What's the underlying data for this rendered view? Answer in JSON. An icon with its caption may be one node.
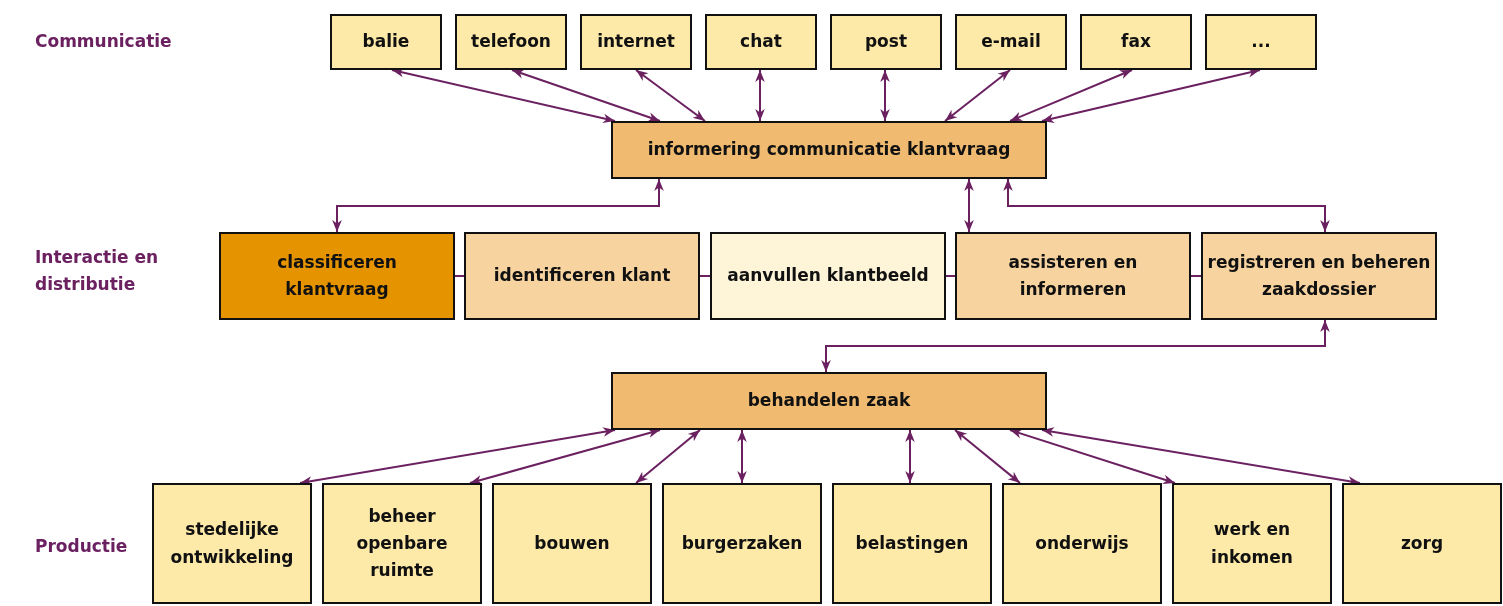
{
  "diagram": {
    "nodes": [
      {
        "text": [
          "balie"
        ]
      },
      {
        "text": [
          "telefoon"
        ]
      },
      {
        "text": [
          "internet"
        ]
      },
      {
        "text": [
          "chat"
        ]
      },
      {
        "text": [
          "post"
        ]
      },
      {
        "text": [
          "e-mail"
        ]
      },
      {
        "text": [
          "fax"
        ]
      },
      {
        "text": [
          "..."
        ]
      },
      {
        "text": [
          "informering communicatie klantvraag"
        ]
      },
      {
        "text": [
          "classificeren klantvraag"
        ]
      },
      {
        "text": [
          "identificeren klant"
        ]
      },
      {
        "text": [
          "aanvullen klantbeeld"
        ]
      },
      {
        "text": [
          "assisteren en informeren"
        ]
      },
      {
        "text": [
          "registreren en beheren zaakdossier"
        ]
      },
      {
        "text": [
          "behandelen zaak"
        ]
      },
      {
        "text": [
          "stedelijke ontwikkeling"
        ]
      },
      {
        "text": [
          "beheer openbare ruimte"
        ]
      },
      {
        "text": [
          "bouwen"
        ]
      },
      {
        "text": [
          "burgerzaken"
        ]
      },
      {
        "text": [
          "belastingen"
        ]
      },
      {
        "text": [
          "onderwijs"
        ]
      },
      {
        "text": [
          "werk en inkomen"
        ]
      },
      {
        "text": [
          "zorg"
        ]
      }
    ],
    "edges": [
      {
        "from": 0,
        "to": 8,
        "arrow": "both"
      },
      {
        "from": 1,
        "to": 8,
        "arrow": "both"
      },
      {
        "from": 2,
        "to": 8,
        "arrow": "both"
      },
      {
        "from": 3,
        "to": 8,
        "arrow": "both"
      },
      {
        "from": 4,
        "to": 8,
        "arrow": "both"
      },
      {
        "from": 5,
        "to": 8,
        "arrow": "both"
      },
      {
        "from": 6,
        "to": 8,
        "arrow": "both"
      },
      {
        "from": 7,
        "to": 8,
        "arrow": "both"
      },
      {
        "from": 8,
        "to": 9,
        "arrow": "both"
      },
      {
        "from": 8,
        "to": 12,
        "arrow": "both"
      },
      {
        "from": 8,
        "to": 13,
        "arrow": "both"
      },
      {
        "from": 9,
        "to": 10,
        "arrow": "none"
      },
      {
        "from": 10,
        "to": 11,
        "arrow": "none"
      },
      {
        "from": 11,
        "to": 12,
        "arrow": "none"
      },
      {
        "from": 12,
        "to": 13,
        "arrow": "none"
      },
      {
        "from": 13,
        "to": 14,
        "arrow": "both"
      },
      {
        "from": 14,
        "to": 15,
        "arrow": "both"
      },
      {
        "from": 14,
        "to": 16,
        "arrow": "both"
      },
      {
        "from": 14,
        "to": 17,
        "arrow": "both"
      },
      {
        "from": 14,
        "to": 18,
        "arrow": "both"
      },
      {
        "from": 14,
        "to": 19,
        "arrow": "both"
      },
      {
        "from": 14,
        "to": 20,
        "arrow": "both"
      },
      {
        "from": 14,
        "to": 21,
        "arrow": "both"
      },
      {
        "from": 14,
        "to": 22,
        "arrow": "both"
      }
    ],
    "labels": [
      "Communicatie",
      "Interactie en distributie",
      "Productie"
    ]
  }
}
